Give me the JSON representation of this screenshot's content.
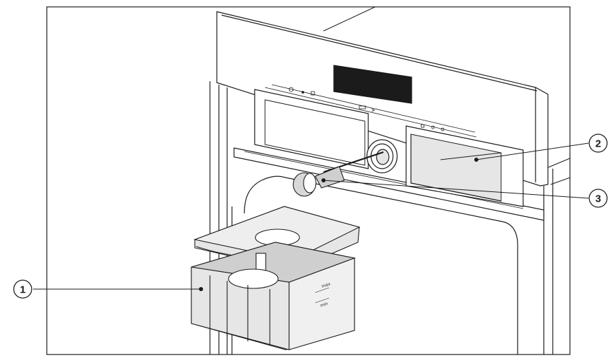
{
  "callouts": [
    {
      "id": "1",
      "label": "1"
    },
    {
      "id": "2",
      "label": "2"
    },
    {
      "id": "3",
      "label": "3"
    }
  ],
  "tank_marking": {
    "max": "max",
    "min": "min"
  },
  "colors": {
    "line": "#1a1a1a",
    "fill_light": "#e6e6e6",
    "fill_mid": "#cfcfcf",
    "display": "#1b1b1b",
    "background": "#ffffff"
  },
  "icons": [
    "power-icon",
    "light-icon",
    "temperature-icon",
    "water-tank-icon",
    "steam-icon",
    "menu-icon",
    "favorite-icon",
    "info-icon"
  ]
}
